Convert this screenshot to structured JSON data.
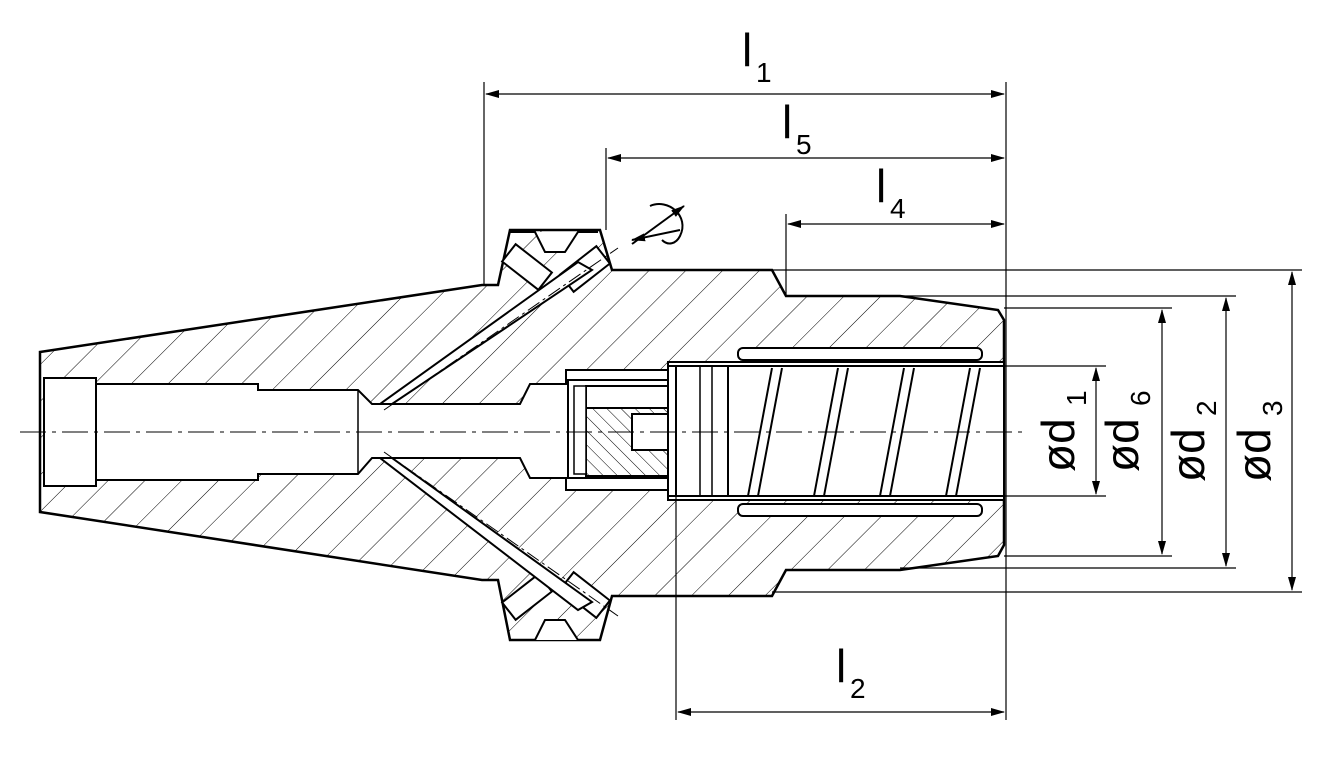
{
  "labels": {
    "l1": {
      "main": "l",
      "sub": "1"
    },
    "l5": {
      "main": "l",
      "sub": "5"
    },
    "l4": {
      "main": "l",
      "sub": "4"
    },
    "l2": {
      "main": "l",
      "sub": "2"
    },
    "d1": {
      "main": "ød",
      "sub": "1"
    },
    "d6": {
      "main": "ød",
      "sub": "6"
    },
    "d2": {
      "main": "ød",
      "sub": "2"
    },
    "d3": {
      "main": "ød",
      "sub": "3"
    }
  },
  "colors": {
    "line": "#000000",
    "background": "#ffffff"
  },
  "icons": {
    "rotation": "rotation-direction-icon"
  }
}
